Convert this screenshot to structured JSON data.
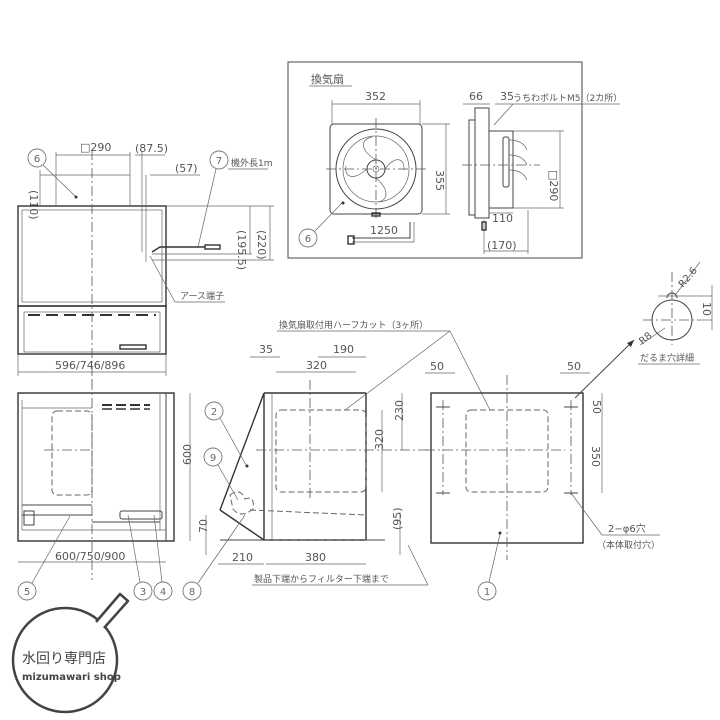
{
  "fan_box": {
    "title": "換気扇",
    "width": "352",
    "height": "355",
    "depth_front": "66",
    "depth_bolt": "35",
    "bolt_note": "うちわボルトM5（2カ所）",
    "duct": "□290",
    "cord": "1250",
    "bottom_offset": "110",
    "total_depth": "(170)",
    "balloon": "6"
  },
  "front_view": {
    "duct": "□290",
    "offset_x": "(87.5)",
    "offset_57": "(57)",
    "height_110": "(110)",
    "height_195": "(195.5)",
    "height_220": "(220)",
    "cord_note": "機外長1m",
    "earth_note": "アース端子",
    "width": "596/746/896",
    "balloons": [
      "6",
      "7"
    ]
  },
  "bottom_view": {
    "width": "600/750/900",
    "height": "600",
    "balloons": [
      "5",
      "3",
      "4"
    ]
  },
  "side_view": {
    "half_cut_note": "換気扇取付用ハーフカット（3ヶ所）",
    "dim_35": "35",
    "dim_190": "190",
    "dim_320_h": "320",
    "dim_230": "230",
    "dim_320_v": "320",
    "dim_70": "70",
    "dim_95": "(95)",
    "dim_210": "210",
    "dim_380": "380",
    "filter_note": "製品下端からフィルター下端まで",
    "balloons": [
      "2",
      "9",
      "8"
    ]
  },
  "back_view": {
    "dim_50_left": "50",
    "dim_50_right": "50",
    "dim_50_v": "50",
    "dim_350": "350",
    "hole_note": "2−φ6穴",
    "hole_sub": "（本体取付穴）",
    "balloon": "1"
  },
  "keyhole_detail": {
    "r_small": "R2.6",
    "r_large": "R8",
    "dim_10": "10",
    "title": "だるま穴詳細"
  },
  "logo": {
    "jp": "水回り専門店",
    "en": "mizumawari shop"
  }
}
